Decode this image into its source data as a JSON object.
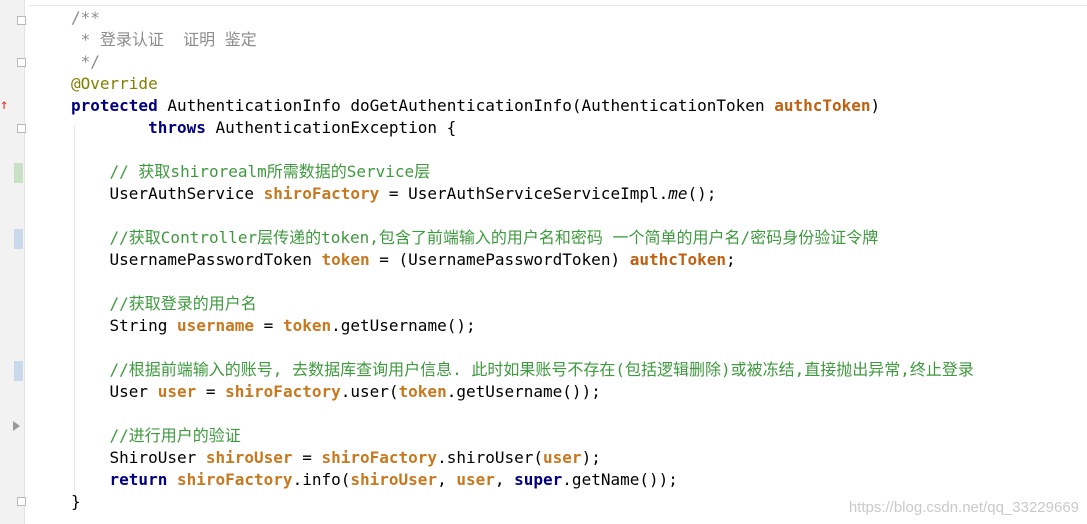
{
  "editor": {
    "lines": [
      [
        {
          "t": "/**",
          "c": "cm"
        }
      ],
      [
        {
          "t": " * 登录认证  证明 鉴定",
          "c": "cm"
        }
      ],
      [
        {
          "t": " */",
          "c": "cm"
        }
      ],
      [
        {
          "t": "@Override",
          "c": "ann"
        }
      ],
      [
        {
          "t": "protected",
          "c": "kw"
        },
        {
          "t": " AuthenticationInfo doGetAuthenticationInfo(AuthenticationToken ",
          "c": ""
        },
        {
          "t": "authcToken",
          "c": "par"
        },
        {
          "t": ")",
          "c": ""
        }
      ],
      [
        {
          "t": "        ",
          "c": ""
        },
        {
          "t": "throws",
          "c": "kw"
        },
        {
          "t": " AuthenticationException {",
          "c": ""
        }
      ],
      [],
      [
        {
          "t": "    // 获取shirorealm所需数据的Service层",
          "c": "cmt"
        }
      ],
      [
        {
          "t": "    UserAuthService ",
          "c": ""
        },
        {
          "t": "shiroFactory",
          "c": "var"
        },
        {
          "t": " = UserAuthServiceServiceImpl.",
          "c": ""
        },
        {
          "t": "me",
          "c": "it"
        },
        {
          "t": "();",
          "c": ""
        }
      ],
      [],
      [
        {
          "t": "    //获取Controller层传递的token,包含了前端输入的用户名和密码 一个简单的用户名/密码身份验证令牌",
          "c": "cmt"
        }
      ],
      [
        {
          "t": "    UsernamePasswordToken ",
          "c": ""
        },
        {
          "t": "token",
          "c": "var"
        },
        {
          "t": " = (UsernamePasswordToken) ",
          "c": ""
        },
        {
          "t": "authcToken",
          "c": "par"
        },
        {
          "t": ";",
          "c": ""
        }
      ],
      [],
      [
        {
          "t": "    //获取登录的用户名",
          "c": "cmt"
        }
      ],
      [
        {
          "t": "    String ",
          "c": ""
        },
        {
          "t": "username",
          "c": "var"
        },
        {
          "t": " = ",
          "c": ""
        },
        {
          "t": "token",
          "c": "var"
        },
        {
          "t": ".getUsername();",
          "c": ""
        }
      ],
      [],
      [
        {
          "t": "    //根据前端输入的账号, 去数据库查询用户信息. 此时如果账号不存在(包括逻辑删除)或被冻结,直接抛出异常,终止登录",
          "c": "cmt"
        }
      ],
      [
        {
          "t": "    User ",
          "c": ""
        },
        {
          "t": "user",
          "c": "var"
        },
        {
          "t": " = ",
          "c": ""
        },
        {
          "t": "shiroFactory",
          "c": "var"
        },
        {
          "t": ".user(",
          "c": ""
        },
        {
          "t": "token",
          "c": "var"
        },
        {
          "t": ".getUsername());",
          "c": ""
        }
      ],
      [],
      [
        {
          "t": "    //进行用户的验证",
          "c": "cmt"
        }
      ],
      [
        {
          "t": "    ShiroUser ",
          "c": ""
        },
        {
          "t": "shiroUser",
          "c": "var"
        },
        {
          "t": " = ",
          "c": ""
        },
        {
          "t": "shiroFactory",
          "c": "var"
        },
        {
          "t": ".shiroUser(",
          "c": ""
        },
        {
          "t": "user",
          "c": "var"
        },
        {
          "t": ");",
          "c": ""
        }
      ],
      [
        {
          "t": "    ",
          "c": ""
        },
        {
          "t": "return",
          "c": "kw"
        },
        {
          "t": " ",
          "c": ""
        },
        {
          "t": "shiroFactory",
          "c": "var"
        },
        {
          "t": ".info(",
          "c": ""
        },
        {
          "t": "shiroUser",
          "c": "var"
        },
        {
          "t": ", ",
          "c": ""
        },
        {
          "t": "user",
          "c": "var"
        },
        {
          "t": ", ",
          "c": ""
        },
        {
          "t": "super",
          "c": "kw"
        },
        {
          "t": ".getName());",
          "c": ""
        }
      ],
      [
        {
          "t": "}",
          "c": ""
        }
      ]
    ]
  },
  "watermark": "https://blog.csdn.net/qq_33229669",
  "colors": {
    "comment_gray": "#8c8c8c",
    "annotation": "#808000",
    "keyword": "#000080",
    "field": "#c8781e",
    "comment_green": "#3e9a3e",
    "gutter": "#f2f2f2"
  },
  "gutter_icons": [
    "fold-icon",
    "override-arrow-icon",
    "vcs-change-marker",
    "expand-triangle-icon"
  ]
}
